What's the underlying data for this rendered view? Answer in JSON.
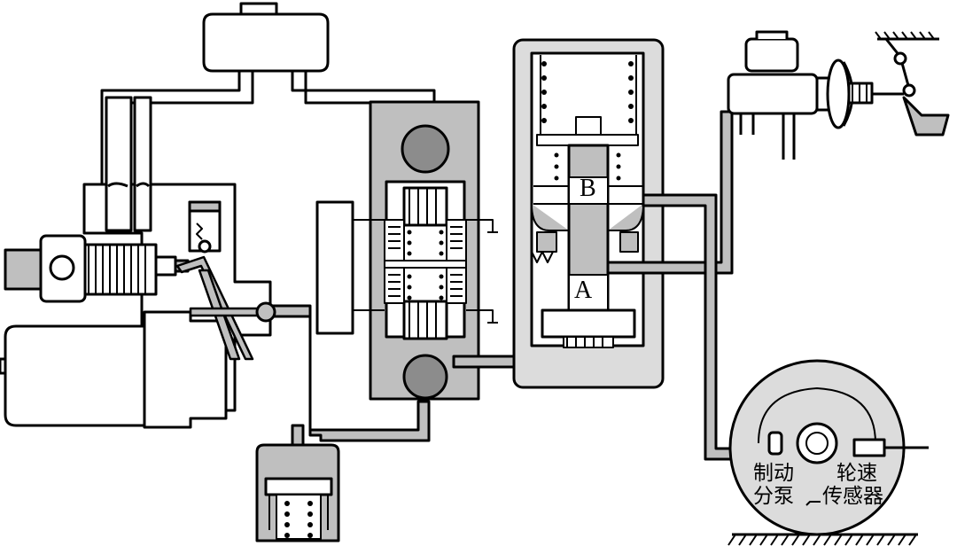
{
  "labels": {
    "chamber_a": "A",
    "chamber_b": "B",
    "wheel_cylinder_line1": "制动",
    "wheel_cylinder_line2": "分泵",
    "speed_sensor_line1": "轮速",
    "speed_sensor_line2": "传感器"
  },
  "colors": {
    "line": "#000000",
    "fill_gray": "#bfbfbf",
    "fill_light": "#dcdcdc",
    "fill_dark": "#8c8c8c",
    "background": "#ffffff"
  }
}
